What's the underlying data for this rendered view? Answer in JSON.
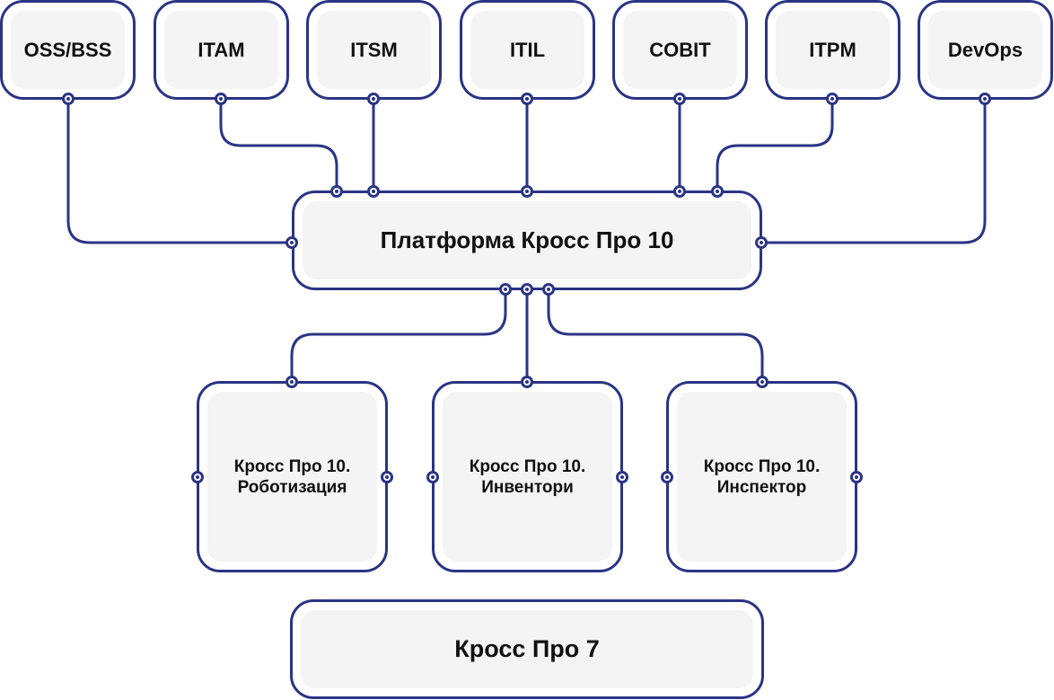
{
  "top_boxes": [
    "OSS/BSS",
    "ITAM",
    "ITSM",
    "ITIL",
    "COBIT",
    "ITPM",
    "DevOps"
  ],
  "platform": {
    "label": "Платформа Кросс Про 10"
  },
  "modules": [
    {
      "line1": "Кросс Про 10.",
      "line2": "Роботизация"
    },
    {
      "line1": "Кросс Про 10.",
      "line2": "Инвентори"
    },
    {
      "line1": "Кросс Про 10.",
      "line2": "Инспектор"
    }
  ],
  "base": {
    "label": "Кросс Про 7"
  },
  "colors": {
    "line": "#2b3484",
    "box_fill": "#f4f4f4",
    "text": "#111111"
  }
}
